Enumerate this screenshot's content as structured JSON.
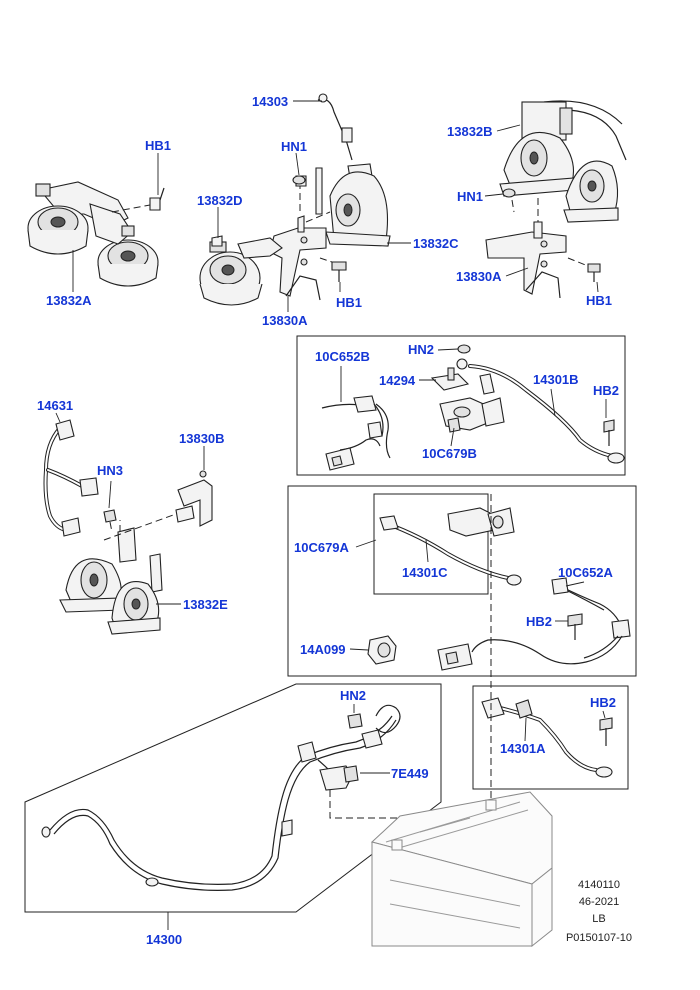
{
  "labels": {
    "p14303": "14303",
    "hb1_a": "HB1",
    "hn1_a": "HN1",
    "p13832b": "13832B",
    "p13832d": "13832D",
    "p13832c": "13832C",
    "hn1_b": "HN1",
    "p13832a": "13832A",
    "hb1_b": "HB1",
    "p13830a_a": "13830A",
    "p13830a_b": "13830A",
    "hb1_c": "HB1",
    "hn2_a": "HN2",
    "p10c652b": "10C652B",
    "p14294": "14294",
    "p14301b": "14301B",
    "hb2_a": "HB2",
    "p10c679b": "10C679B",
    "p14631": "14631",
    "p13830b": "13830B",
    "hn3": "HN3",
    "p13832e": "13832E",
    "p10c679a": "10C679A",
    "p14301c": "14301C",
    "p10c652a": "10C652A",
    "hb2_b": "HB2",
    "p14a099": "14A099",
    "hn2_b": "HN2",
    "p7e449": "7E449",
    "hb2_c": "HB2",
    "p14301a": "14301A",
    "p14300": "14300"
  },
  "meta": {
    "line1": "4140110",
    "line2": "46-2021",
    "line3": "LB",
    "line4": "P0150107-10"
  },
  "colors": {
    "label": "#1436d6",
    "line": "#222222",
    "background": "#ffffff"
  }
}
